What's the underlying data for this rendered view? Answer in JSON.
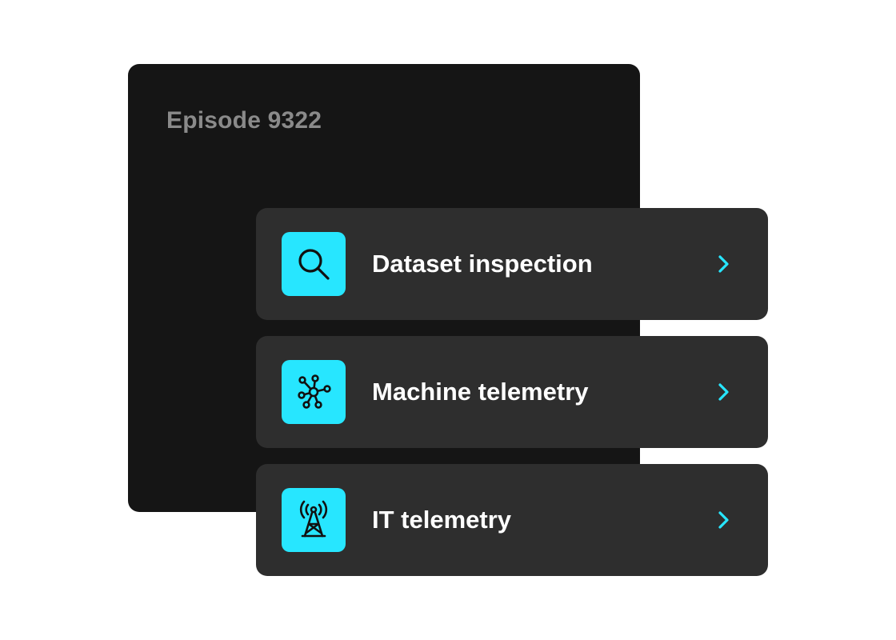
{
  "panel": {
    "title": "Episode 9322"
  },
  "menu": {
    "items": [
      {
        "label": "Dataset inspection",
        "icon": "search-icon"
      },
      {
        "label": "Machine telemetry",
        "icon": "network-nodes-icon"
      },
      {
        "label": "IT telemetry",
        "icon": "radio-tower-icon"
      }
    ]
  },
  "colors": {
    "accent": "#27e6ff",
    "back_panel": "#151515",
    "item_background": "#2e2e2e",
    "title_text": "#8a8a8a",
    "label_text": "#ffffff"
  }
}
